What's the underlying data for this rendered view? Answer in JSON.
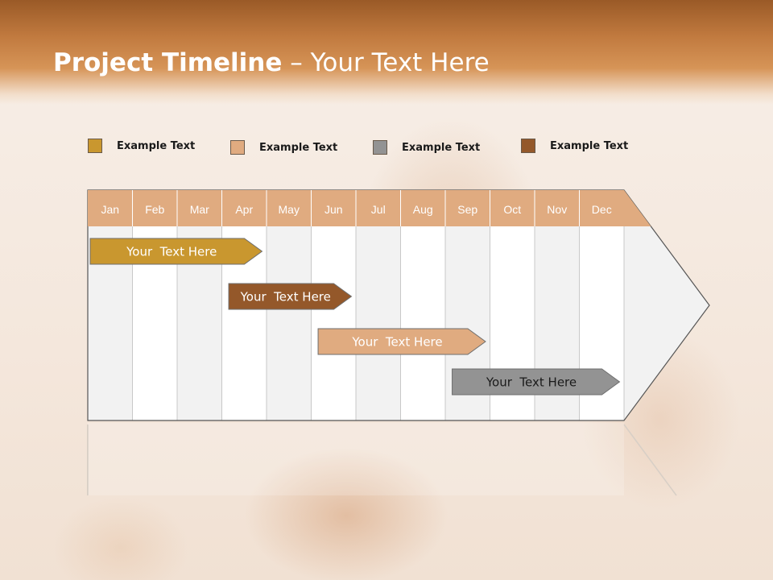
{
  "slide": {
    "title_bold": "Project Timeline",
    "title_rest": " – Your Text Here"
  },
  "legend": [
    {
      "label": "Example Text",
      "color": "#c9972f"
    },
    {
      "label": "Example Text",
      "color": "#e0ab80"
    },
    {
      "label": "Example Text",
      "color": "#939393"
    },
    {
      "label": "Example Text",
      "color": "#94582a"
    }
  ],
  "chart_data": {
    "type": "gantt",
    "months": [
      "Jan",
      "Feb",
      "Mar",
      "Apr",
      "May",
      "Jun",
      "Jul",
      "Aug",
      "Sep",
      "Oct",
      "Nov",
      "Dec"
    ],
    "tasks": [
      {
        "label": "Your  Text Here",
        "start_month": 1,
        "end_month": 4.9,
        "color": "#c9972f",
        "text_color": "#ffffff"
      },
      {
        "label": "Your  Text Here",
        "start_month": 4.1,
        "end_month": 6.9,
        "color": "#94582a",
        "text_color": "#ffffff"
      },
      {
        "label": "Your  Text Here",
        "start_month": 6.1,
        "end_month": 9.9,
        "color": "#e0ab80",
        "text_color": "#ffffff"
      },
      {
        "label": "Your  Text Here",
        "start_month": 9.1,
        "end_month": 12.9,
        "color": "#939393",
        "text_color": "#1a1a1a"
      }
    ],
    "header_color": "#e0ab80"
  }
}
